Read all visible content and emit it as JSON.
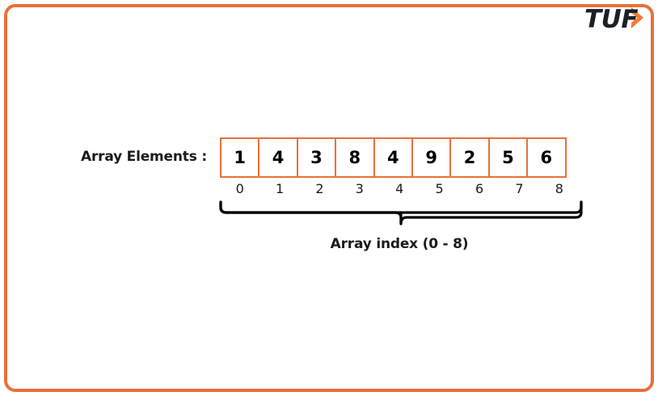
{
  "frame": {
    "border_color": "#e8703a"
  },
  "logo": {
    "text": "TUF",
    "chevron_icon": "chevron-right-icon",
    "text_color": "#1b1f26",
    "accent_color": "#f47b32"
  },
  "diagram": {
    "title_label": "Array Elements :",
    "array": {
      "values": [
        "1",
        "4",
        "3",
        "8",
        "4",
        "9",
        "2",
        "5",
        "6"
      ],
      "indices": [
        "0",
        "1",
        "2",
        "3",
        "4",
        "5",
        "6",
        "7",
        "8"
      ],
      "cell_border_color": "#e8703a",
      "value_color": "#000000",
      "index_color": "#1a1a1a"
    },
    "brace": {
      "icon": "curly-brace-icon",
      "color": "#000000"
    },
    "brace_caption": "Array index (0 - 8)"
  }
}
